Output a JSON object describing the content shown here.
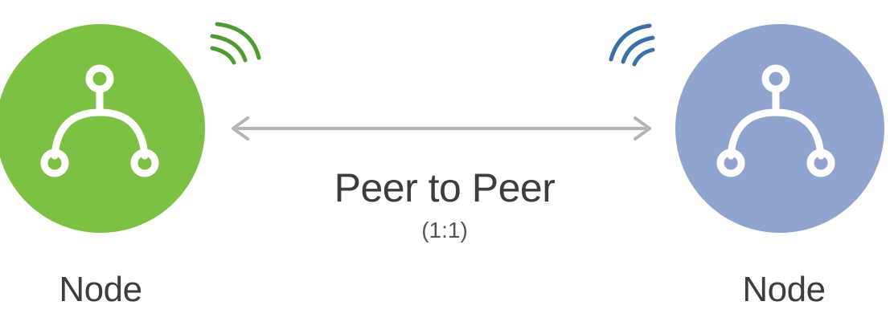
{
  "nodes": {
    "left": {
      "label": "Node",
      "color": "#7cc144",
      "signal_color": "#4e9b34",
      "icon": "node-branch-icon"
    },
    "right": {
      "label": "Node",
      "color": "#8fa5d0",
      "signal_color": "#3a6fa8",
      "icon": "node-branch-icon"
    }
  },
  "connection": {
    "title": "Peer to Peer",
    "ratio": "(1:1)",
    "arrow_color": "#b5b5b5",
    "icon": "bidirectional-arrow-icon"
  }
}
